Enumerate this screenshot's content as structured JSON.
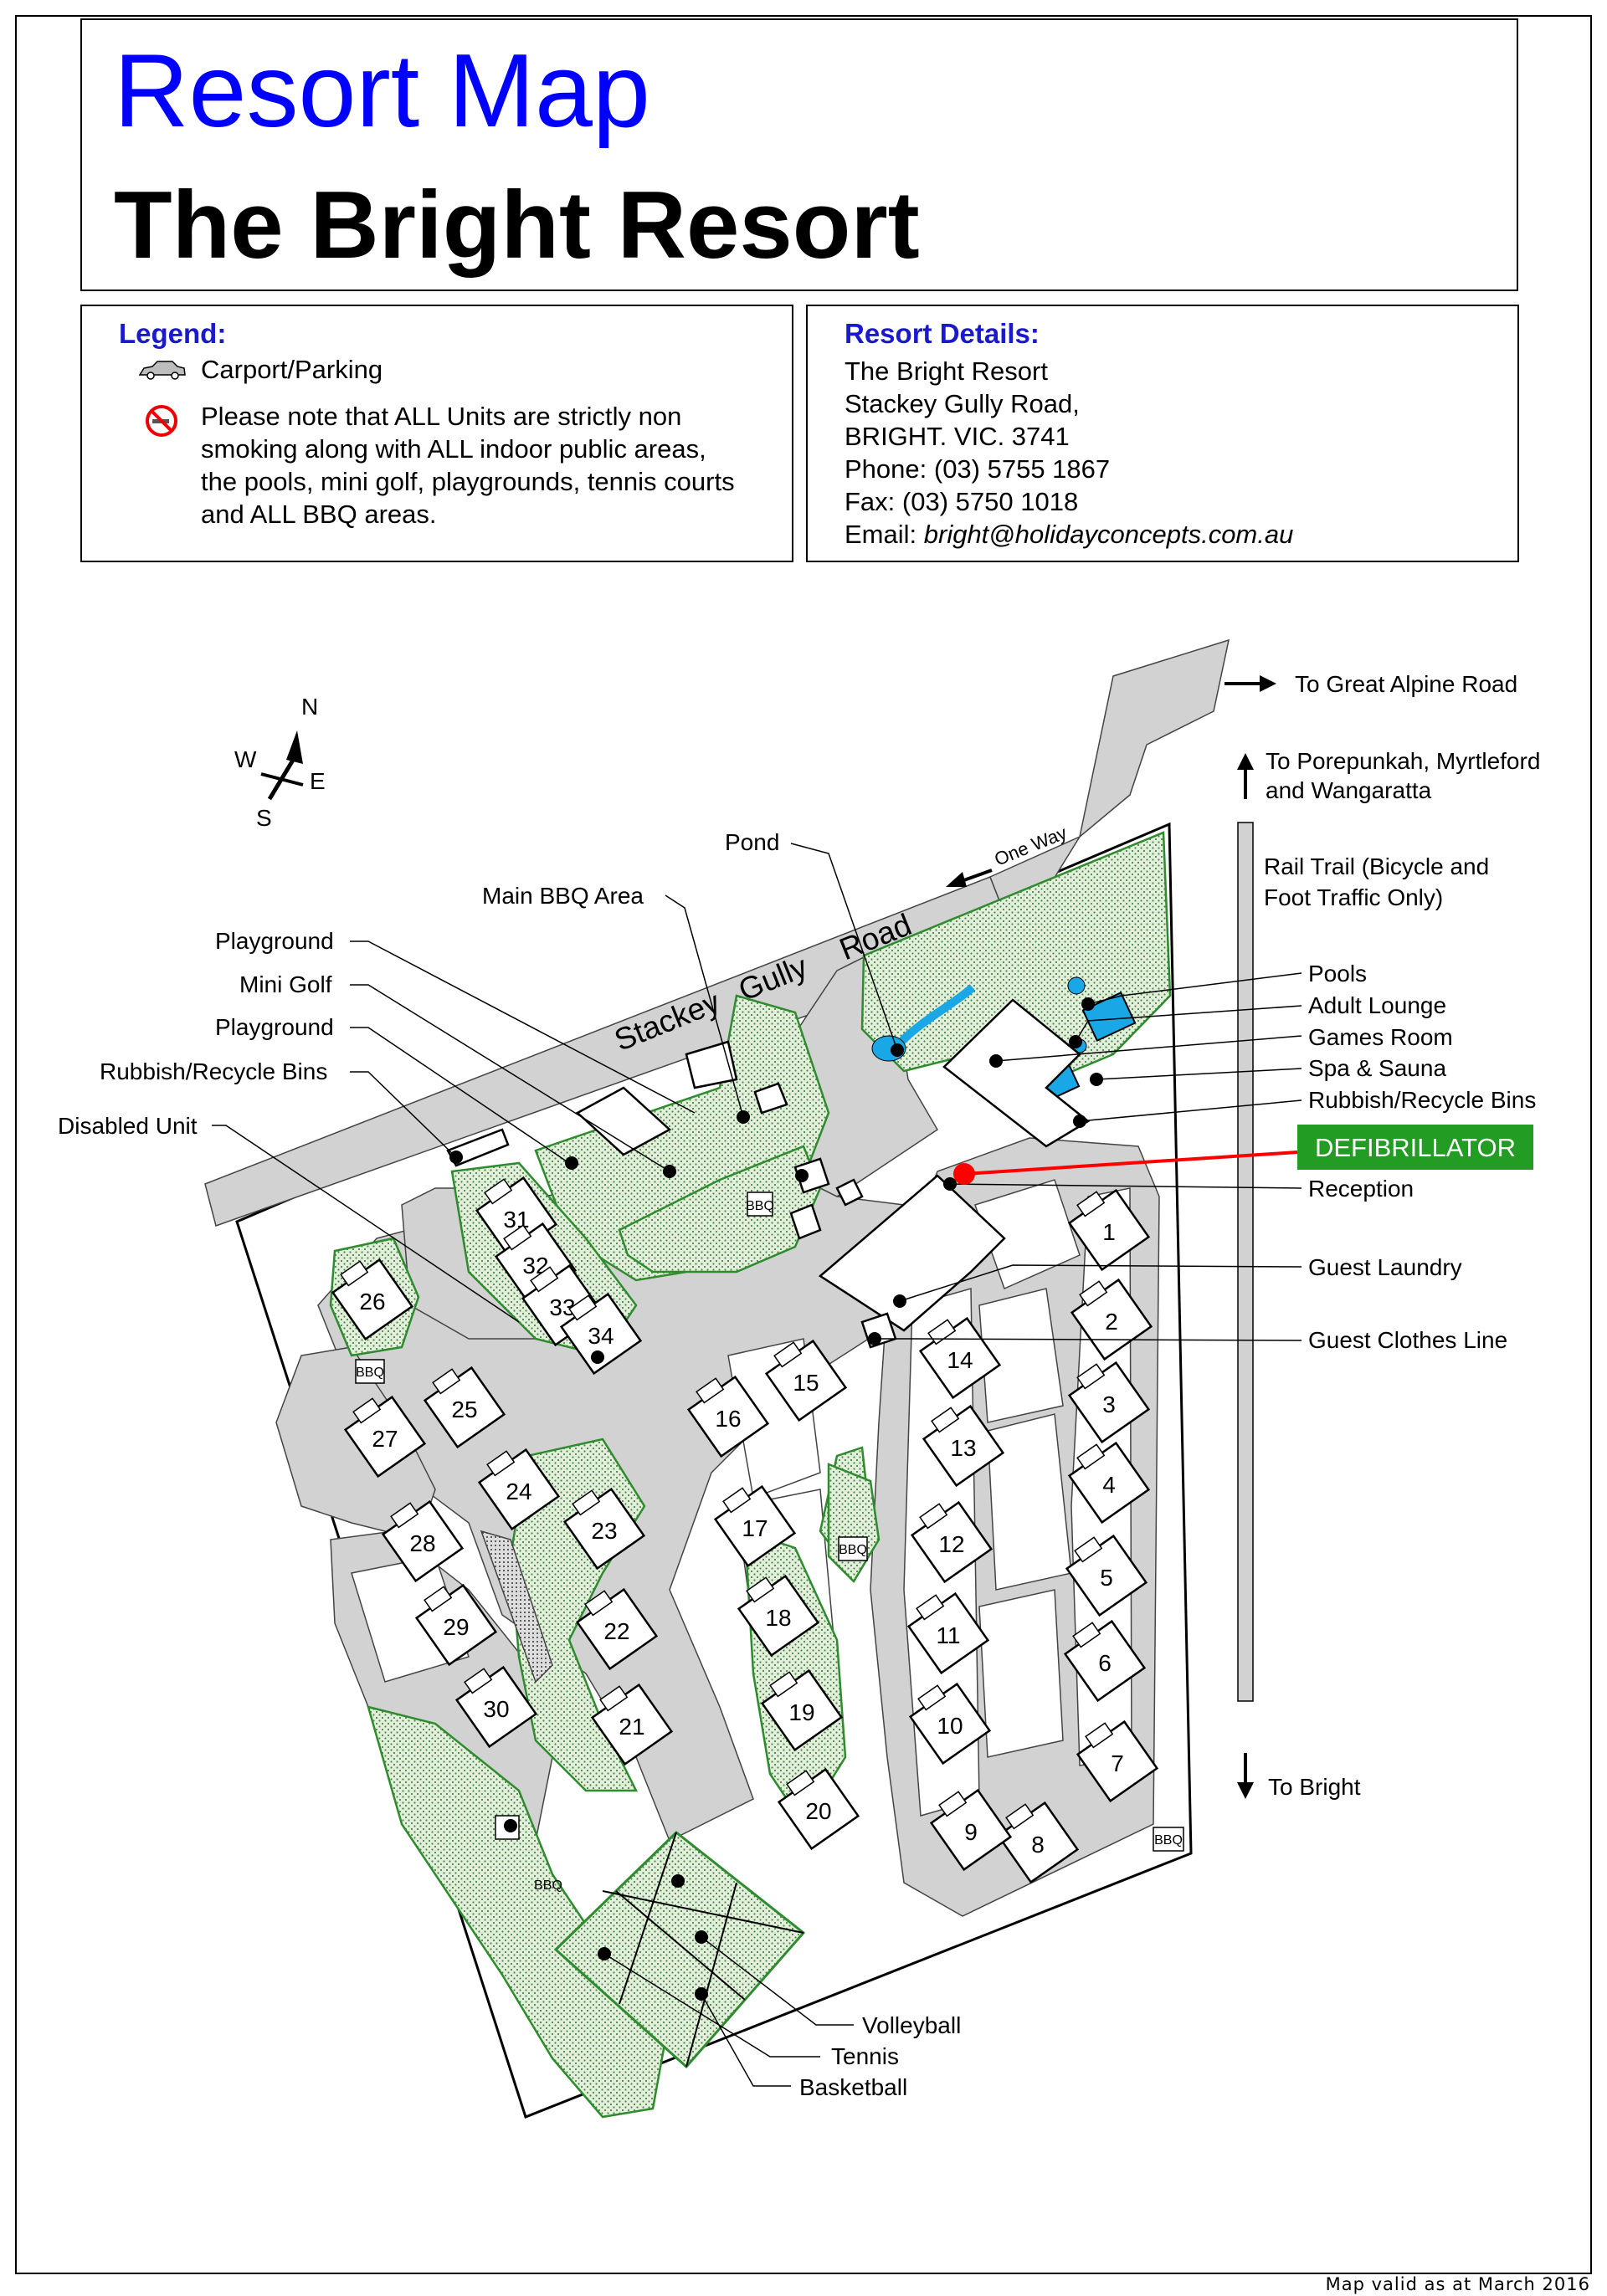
{
  "header": {
    "title": "Resort Map",
    "subtitle": "The Bright Resort"
  },
  "legend": {
    "heading": "Legend:",
    "items": [
      {
        "icon": "car-icon",
        "text": "Carport/Parking"
      },
      {
        "icon": "no-smoking-icon",
        "text": "Please note that ALL Units are strictly non smoking along with ALL indoor public areas, the pools, mini golf, playgrounds, tennis courts and ALL BBQ areas."
      }
    ]
  },
  "details": {
    "heading": "Resort Details:",
    "lines": [
      "The Bright Resort",
      "Stackey Gully Road,",
      "BRIGHT. VIC. 3741",
      "Phone: (03) 5755 1867",
      "Fax: (03) 5750 1018"
    ],
    "email_prefix": "Email: ",
    "email": "bright@holidayconcepts.com.au"
  },
  "compass": {
    "n": "N",
    "s": "S",
    "e": "E",
    "w": "W"
  },
  "road": {
    "name": "Stackey Gully Road",
    "words": [
      "Stackey",
      "Gully",
      "Road"
    ],
    "one_way": "One Way"
  },
  "directions": {
    "great_alpine": "To Great Alpine Road",
    "porepunkah": [
      "To Porepunkah, Myrtleford",
      "and Wangaratta"
    ],
    "rail_trail": [
      "Rail Trail (Bicycle and",
      "Foot Traffic Only)"
    ],
    "bright": "To Bright"
  },
  "labels": {
    "left": [
      "Pond",
      "Main BBQ Area",
      "Playground",
      "Mini Golf",
      "Playground",
      "Rubbish/Recycle Bins",
      "Disabled Unit"
    ],
    "right": [
      "Pools",
      "Adult Lounge",
      "Games Room",
      "Spa & Sauna",
      "Rubbish/Recycle Bins",
      "Reception",
      "Guest Laundry",
      "Guest Clothes Line"
    ],
    "bottom": [
      "Volleyball",
      "Tennis",
      "Basketball"
    ],
    "defibrillator": "DEFIBRILLATOR",
    "bbq": "BBQ"
  },
  "units": [
    "1",
    "2",
    "3",
    "4",
    "5",
    "6",
    "7",
    "8",
    "9",
    "10",
    "11",
    "12",
    "13",
    "14",
    "15",
    "16",
    "17",
    "18",
    "19",
    "20",
    "21",
    "22",
    "23",
    "24",
    "25",
    "26",
    "27",
    "28",
    "29",
    "30",
    "31",
    "32",
    "33",
    "34"
  ],
  "footer": "Map valid as at March 2016",
  "colors": {
    "title": "#0000ff",
    "heading": "#1a1acc",
    "green": "#2e8b2e",
    "green_fill": "#d4e8cc",
    "pavement": "#cfcfcf",
    "pool": "#1aa7e6",
    "defib": "#239c23",
    "defib_line": "#ff0000"
  }
}
